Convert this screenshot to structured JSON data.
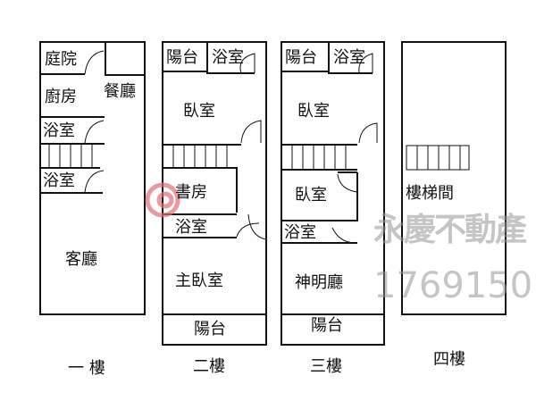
{
  "floors": [
    {
      "name": "一 樓",
      "rooms": [
        "庭院",
        "廚房",
        "餐廳",
        "浴室",
        "浴室",
        "客廳"
      ]
    },
    {
      "name": "二樓",
      "rooms": [
        "陽台",
        "浴室",
        "臥室",
        "書房",
        "浴室",
        "主臥室",
        "陽台"
      ]
    },
    {
      "name": "三樓",
      "rooms": [
        "陽台",
        "浴室",
        "臥室",
        "臥室",
        "浴室",
        "神明廳",
        "陽台"
      ]
    },
    {
      "name": "四樓",
      "rooms": [
        "樓梯間"
      ]
    }
  ],
  "watermark": {
    "brand": "永慶不動產",
    "id": "1769150",
    "color": "#e0707a"
  }
}
